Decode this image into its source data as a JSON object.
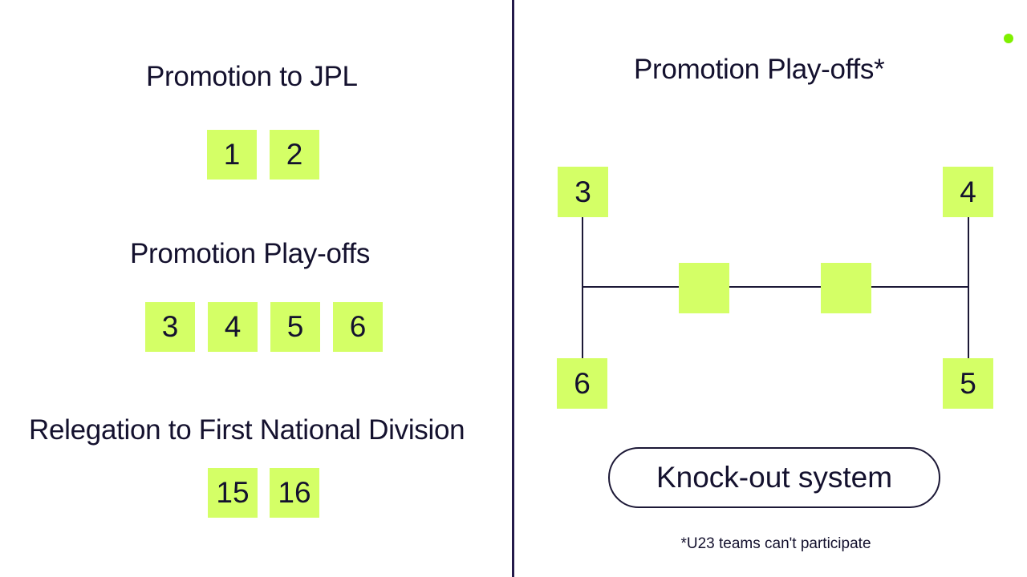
{
  "left_panel": {
    "promotion_jpl": {
      "title": "Promotion to JPL",
      "positions": [
        "1",
        "2"
      ]
    },
    "promotion_playoffs": {
      "title": "Promotion Play-offs",
      "positions": [
        "3",
        "4",
        "5",
        "6"
      ]
    },
    "relegation": {
      "title": "Relegation to First National Division",
      "positions": [
        "15",
        "16"
      ]
    }
  },
  "right_panel": {
    "title": "Promotion Play-offs*",
    "bracket": {
      "top_left": "3",
      "top_right": "4",
      "bottom_left": "6",
      "bottom_right": "5",
      "semi_final_left": "",
      "semi_final_right": ""
    },
    "system_label": "Knock-out system",
    "footnote": "*U23 teams can't participate"
  },
  "colors": {
    "accent": "#d4ff66",
    "text": "#14112e",
    "dot": "#7ff000"
  }
}
